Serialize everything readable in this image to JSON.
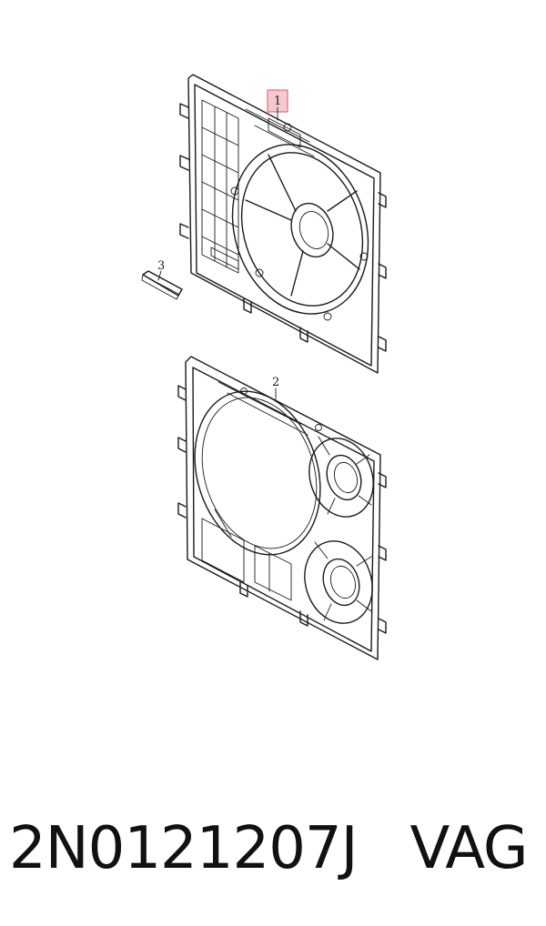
{
  "callouts": {
    "part1": "1",
    "part2": "2",
    "part3": "3"
  },
  "highlight_color": "#e46a78",
  "footer": {
    "part_number": "2N0121207J",
    "brand": "VAG"
  }
}
